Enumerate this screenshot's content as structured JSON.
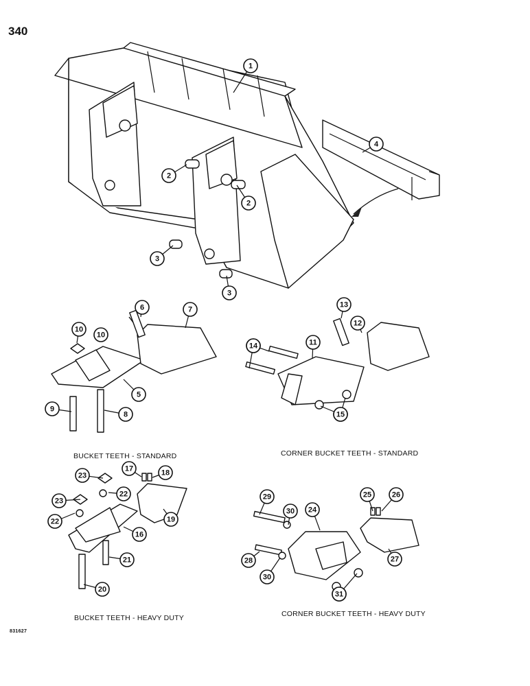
{
  "page_number": "340",
  "drawing_code": "831627",
  "captions": {
    "standard": "BUCKET TEETH - STANDARD",
    "corner_standard": "CORNER BUCKET TEETH - STANDARD",
    "heavy_duty": "BUCKET TEETH - HEAVY DUTY",
    "corner_heavy_duty": "CORNER BUCKET TEETH - HEAVY DUTY"
  },
  "callouts": [
    "1",
    "2",
    "2",
    "3",
    "3",
    "4",
    "5",
    "6",
    "7",
    "8",
    "9",
    "10",
    "10",
    "11",
    "12",
    "13",
    "14",
    "14",
    "15",
    "15",
    "16",
    "17",
    "18",
    "19",
    "20",
    "21",
    "22",
    "22",
    "23",
    "23",
    "24",
    "25",
    "26",
    "27",
    "28",
    "29",
    "30",
    "30",
    "31",
    "31"
  ]
}
